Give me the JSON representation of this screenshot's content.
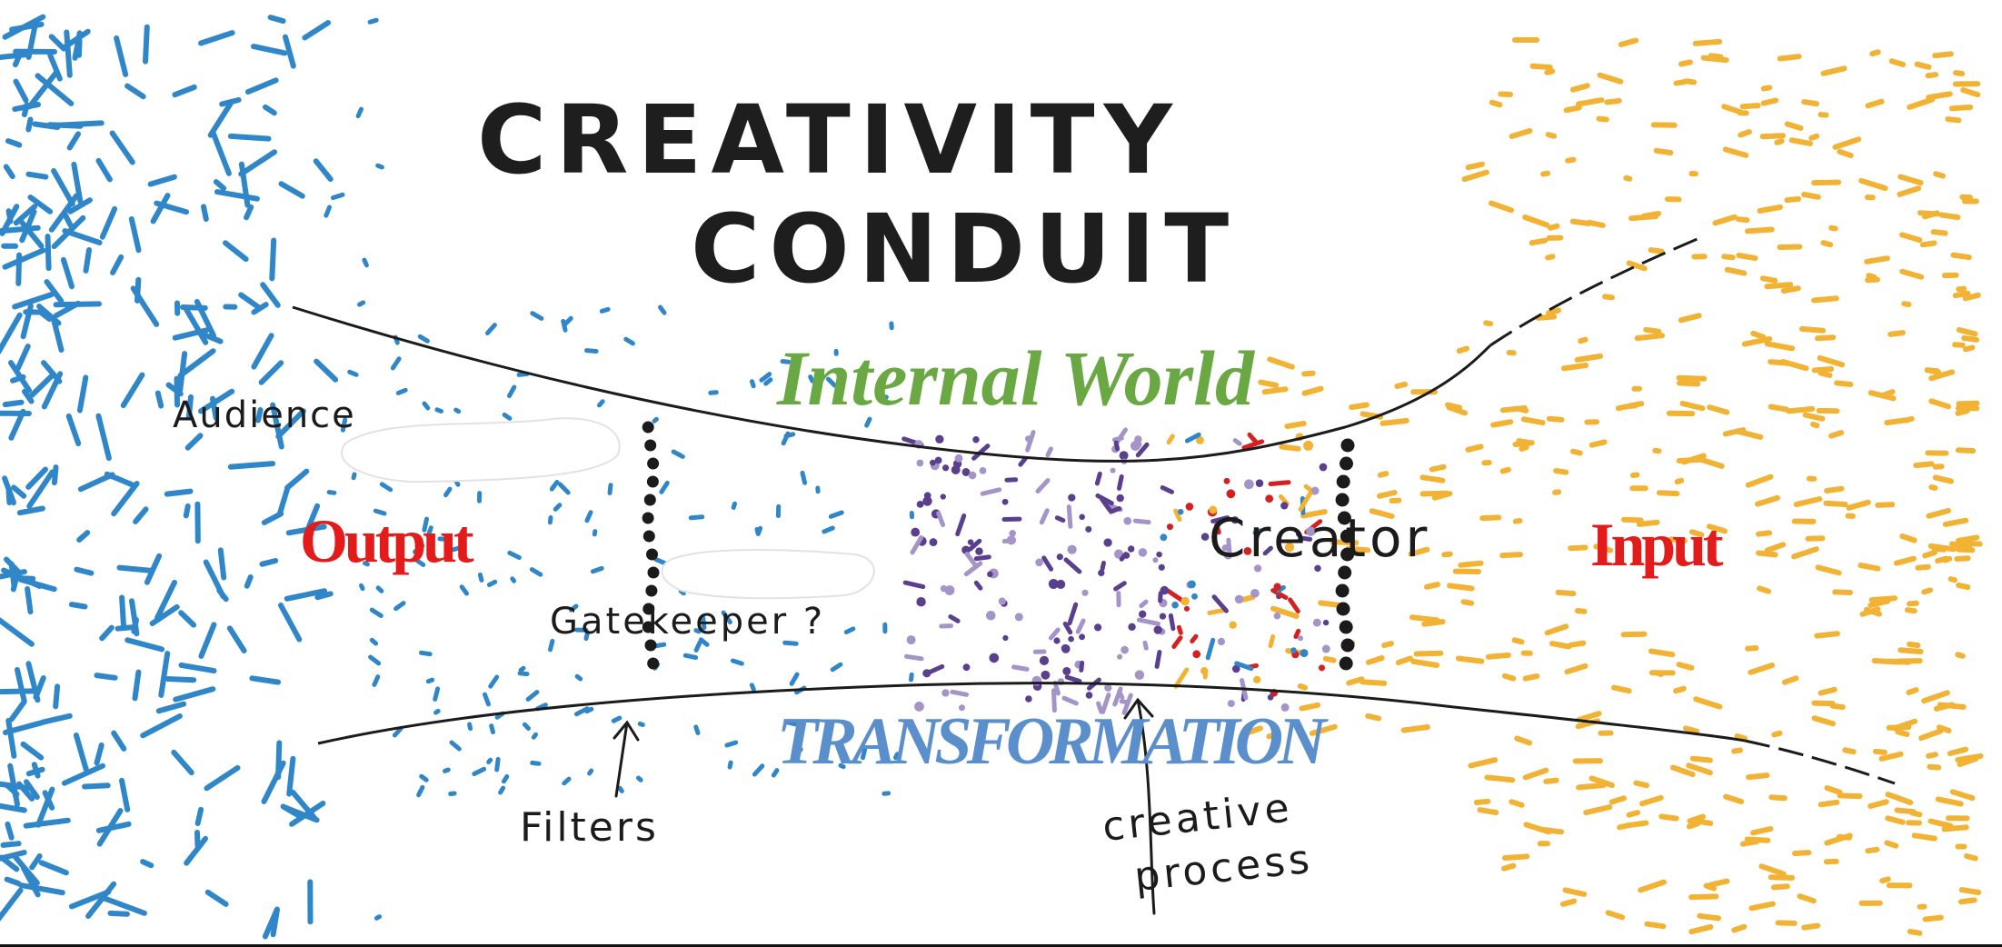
{
  "title": {
    "line1": "CREATIVITY",
    "line2": "CONDUIT"
  },
  "labels": {
    "internal_world": "Internal World",
    "transformation": "TRANSFORMATION",
    "output": "Output",
    "input": "Input",
    "audience": "Audience",
    "gatekeeper": "Gatekeeper ?",
    "creator": "Creator",
    "filters": "Filters",
    "creative_process_line1": "creative",
    "creative_process_line2": "process"
  },
  "colors": {
    "internal_world": "#6aa843",
    "transformation": "#5b8fcb",
    "output": "#e31b1b",
    "input": "#e31b1b",
    "output_marks": "#2f86c8",
    "input_marks": "#f2b233",
    "process_purple": "#5b3f8f",
    "process_lavender": "#a494c8",
    "creator_red": "#d42020",
    "ink": "#1b1b1b"
  }
}
